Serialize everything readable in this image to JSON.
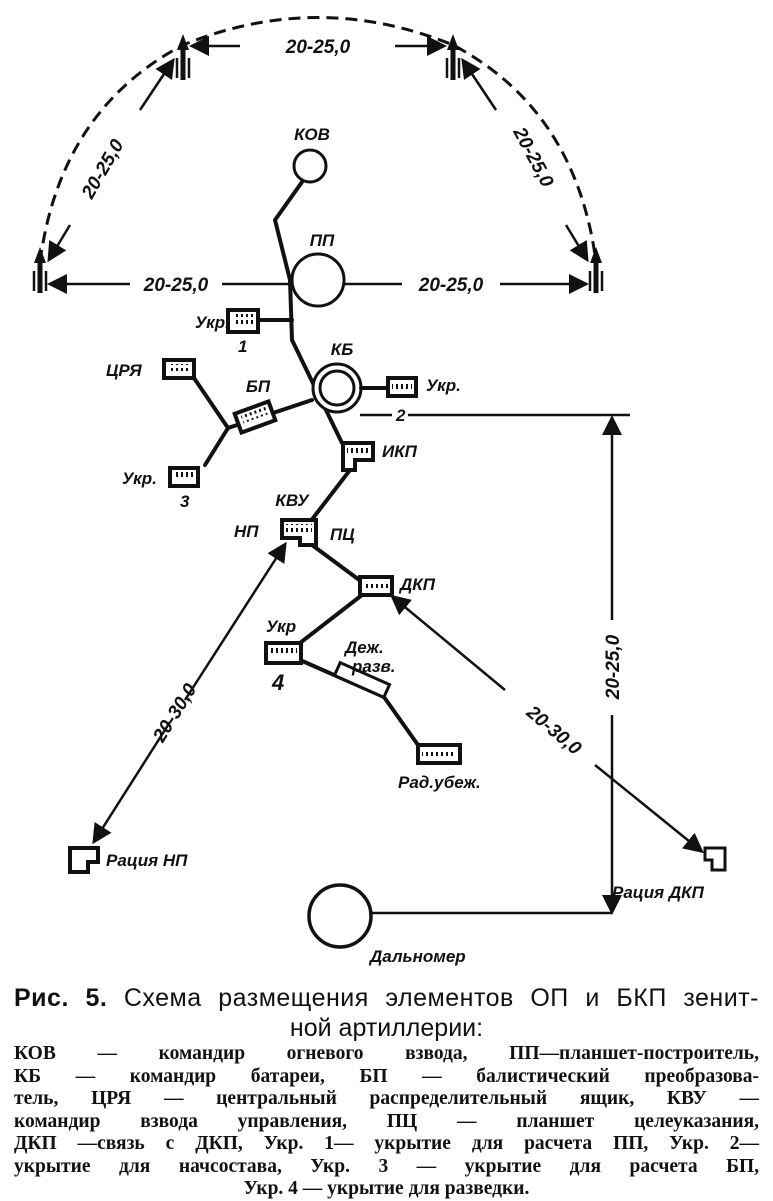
{
  "diagram": {
    "labels": {
      "kov": "КОВ",
      "pp": "ПП",
      "kb": "КБ",
      "bp": "БП",
      "crya": "ЦРЯ",
      "ikp": "ИКП",
      "kvu": "КВУ",
      "np": "НП",
      "pc": "ПЦ",
      "dkp": "ДКП",
      "ukr": "Укр.",
      "ukr4": "Укр",
      "n1": "1",
      "n2": "2",
      "n3": "3",
      "n4": "4",
      "dezh": "Деж.",
      "razv": "разв.",
      "rad_ubezh": "Рад.убеж.",
      "raciya_np": "Рация НП",
      "raciya_dkp": "Рация ДКП",
      "dalnomer": "Дальномер"
    },
    "dimensions": {
      "top": "20-25,0",
      "left_arc": "20-25,0",
      "right_arc": "20-25,0",
      "left_h": "20-25,0",
      "right_h": "20-25,0",
      "np_link": "20-30,0",
      "dkp_link": "20-30,0",
      "vertical": "20-25,0"
    }
  },
  "caption": {
    "fig": "Рис. 5.",
    "title_line1": "Схема размещения элементов ОП и БКП зенит-",
    "title_line2": "ной артиллерии:",
    "legend_lines": [
      "КОВ — командир огневого взвода, ПП—планшет-построитель,",
      "КБ — командир батареи, БП — балистический преобразова-",
      "тель, ЦРЯ — центральный распределительный ящик, КВУ —",
      "командир взвода управления, ПЦ — планшет целеуказания,",
      "ДКП —связь с ДКП, Укр. 1— укрытие для расчета ПП, Укр. 2—",
      "укрытие для начсостава, Укр. 3 — укрытие для расчета БП,",
      "Укр. 4 — укрытие для разведки."
    ]
  }
}
